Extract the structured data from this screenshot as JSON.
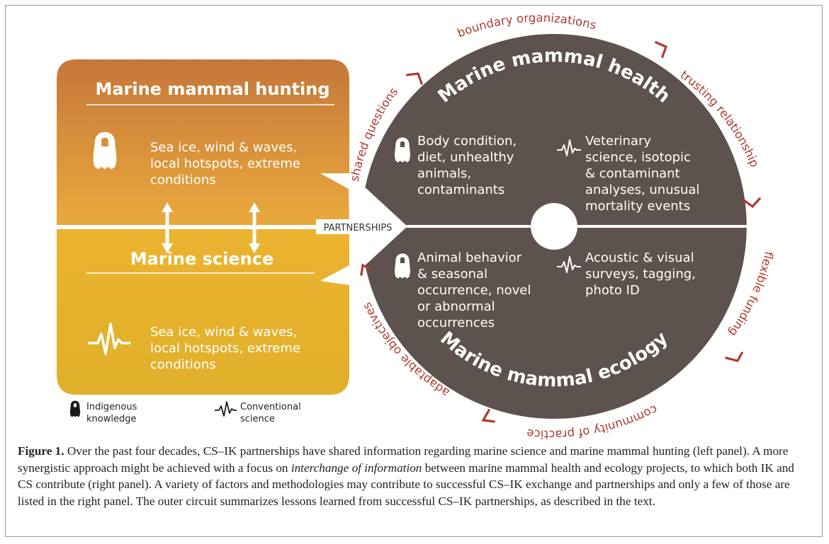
{
  "left_panel": {
    "hunting_title": "Marine mammal hunting",
    "hunting_text": [
      "Sea ice, wind & waves,",
      "local hotspots, extreme",
      "conditions"
    ],
    "science_title": "Marine science",
    "science_text": [
      "Sea ice, wind & waves,",
      "local hotspots, extreme",
      "conditions"
    ]
  },
  "partnerships_label": "PARTNERSHIPS",
  "circle": {
    "health_title": "Marine mammal health",
    "ecology_title": "Marine mammal ecology",
    "health_ik": [
      "Body condition,",
      "diet, unhealthy",
      "animals,",
      "contaminants"
    ],
    "health_cs": [
      "Veterinary",
      "science, isotopic",
      "& contaminant",
      "analyses, unusual",
      "mortality events"
    ],
    "ecology_ik": [
      "Animal behavior",
      "& seasonal",
      "occurrence, novel",
      "or abnormal",
      "occurrences"
    ],
    "ecology_cs": [
      "Acoustic & visual",
      "surveys, tagging,",
      "photo ID"
    ]
  },
  "ring_labels": {
    "boundary": "boundary organizations",
    "trusting": "trusting relationship",
    "flexible": "flexible funding",
    "community": "community of practice",
    "adaptable": "adaptable objectives",
    "shared": "shared questions"
  },
  "legend": {
    "ik_line1": "Indigenous",
    "ik_line2": "knowledge",
    "cs_line1": "Conventional",
    "cs_line2": "science"
  },
  "colors": {
    "hunting_top": "#c97a3a",
    "hunting_bottom": "#ecac3a",
    "science_top": "#ecb32f",
    "science_bottom": "#e2b22a",
    "circle": "#5d524d",
    "ring": "#b03a2e"
  },
  "caption": {
    "label": "Figure 1.",
    "part1": " Over the past four decades, CS–IK partnerships have shared information regarding marine science and marine mammal hunting (left panel). A more synergistic approach might be achieved with a focus on ",
    "italic": "interchange of information",
    "part2": " between marine mammal health and ecology projects, to which both IK and CS contribute (right panel). A variety of factors and methodologies may contribute to successful CS–IK exchange and partnerships and only a few of those are listed in the right panel. The outer circuit summarizes lessons learned from successful CS–IK partnerships, as described in the text."
  },
  "icons": {
    "ik": "parka-figure-icon",
    "cs": "heartbeat-wave-icon"
  }
}
